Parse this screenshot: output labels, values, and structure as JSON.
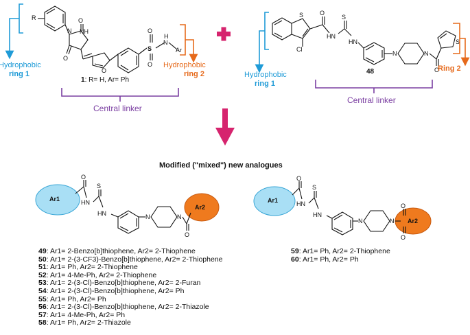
{
  "left_scheme": {
    "ring1_label_a": "Hydrophobic",
    "ring1_label_b": "ring 1",
    "ring2_label_a": "Hydrophobic",
    "ring2_label_b": "ring 2",
    "compound_caption_num": "1",
    "compound_caption_rest": ": R= H, Ar= Ph",
    "linker_label": "Central linker",
    "atom_R": "R",
    "atom_Ar": "Ar"
  },
  "plus_sign": "+",
  "right_scheme": {
    "ring1_label_a": "Hydrophobic",
    "ring1_label_b": "ring 1",
    "ring2_label": "Ring 2",
    "compound_caption": "48",
    "linker_label": "Central linker",
    "atom_Cl": "Cl"
  },
  "section_heading": "Modified (\"mixed\") new analogues",
  "generic_structures": {
    "left_ar1": "Ar1",
    "left_ar2": "Ar2",
    "right_ar1": "Ar1",
    "right_ar2": "Ar2"
  },
  "list_left": [
    {
      "num": "49",
      "text": ": Ar1= 2-Benzo[b]thiophene, Ar2= 2-Thiophene"
    },
    {
      "num": "50",
      "text": ": Ar1= 2-(3-CF3)-Benzo[b]thiophene, Ar2= 2-Thiophene"
    },
    {
      "num": "51",
      "text": ": Ar1= Ph, Ar2= 2-Thiophene"
    },
    {
      "num": "52",
      "text": ": Ar1= 4-Me-Ph, Ar2= 2-Thiophene"
    },
    {
      "num": "53",
      "text": ": Ar1= 2-(3-Cl)-Benzo[b]thiophene, Ar2= 2-Furan"
    },
    {
      "num": "54",
      "text": ": Ar1= 2-(3-Cl)-Benzo[b]thiophene, Ar2= Ph"
    },
    {
      "num": "55",
      "text": ": Ar1= Ph, Ar2= Ph"
    },
    {
      "num": "56",
      "text": ": Ar1= 2-(3-Cl)-Benzo[b]thiophene, Ar2= 2-Thiazole"
    },
    {
      "num": "57",
      "text": ": Ar1= 4-Me-Ph, Ar2= Ph"
    },
    {
      "num": "58",
      "text": ": Ar1= Ph, Ar2= 2-Thiazole"
    }
  ],
  "list_right": [
    {
      "num": "59",
      "text": ": Ar1= Ph, Ar2= 2-Thiophene"
    },
    {
      "num": "60",
      "text": ": Ar1= Ph, Ar2= Ph"
    }
  ],
  "colors": {
    "blue": "#1f9bd7",
    "orange": "#e66a1c",
    "purple": "#7a3ea1",
    "magenta": "#d6246e",
    "ellipse_blue": "#a9dff5",
    "ellipse_orange": "#ef7a1e"
  }
}
